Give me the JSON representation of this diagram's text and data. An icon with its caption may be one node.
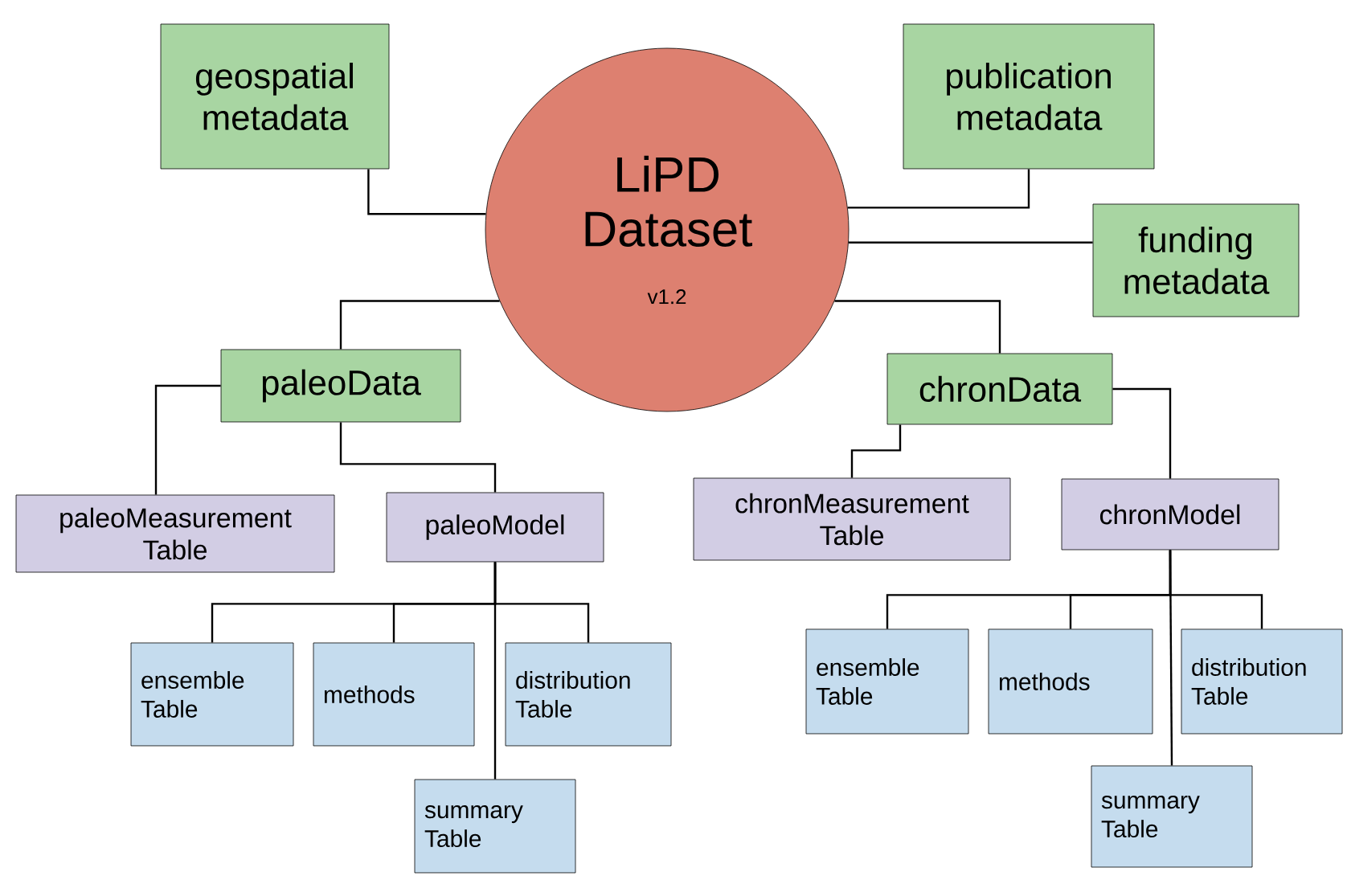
{
  "diagram": {
    "nodes": [
      {
        "text": [
          "LiPD Dataset",
          "v1.2"
        ]
      },
      {
        "text": [
          "geospatial metadata"
        ]
      },
      {
        "text": [
          "publication metadata"
        ]
      },
      {
        "text": [
          "funding metadata"
        ]
      },
      {
        "text": [
          "paleoData"
        ]
      },
      {
        "text": [
          "chronData"
        ]
      },
      {
        "text": [
          "paleoMeasurement Table"
        ]
      },
      {
        "text": [
          "paleoModel"
        ]
      },
      {
        "text": [
          "ensemble Table"
        ]
      },
      {
        "text": [
          "methods"
        ]
      },
      {
        "text": [
          "distribution Table"
        ]
      },
      {
        "text": [
          "summary Table"
        ]
      },
      {
        "text": [
          "chronMeasurement Table"
        ]
      },
      {
        "text": [
          "chronModel"
        ]
      },
      {
        "text": [
          "ensemble Table"
        ]
      },
      {
        "text": [
          "methods"
        ]
      },
      {
        "text": [
          "distribution Table"
        ]
      },
      {
        "text": [
          "summary Table"
        ]
      }
    ],
    "edges": [
      {
        "from": 0,
        "to": 1,
        "arrow": "none"
      },
      {
        "from": 0,
        "to": 2,
        "arrow": "none"
      },
      {
        "from": 0,
        "to": 3,
        "arrow": "none"
      },
      {
        "from": 0,
        "to": 4,
        "arrow": "none"
      },
      {
        "from": 0,
        "to": 5,
        "arrow": "none"
      },
      {
        "from": 4,
        "to": 6,
        "arrow": "none"
      },
      {
        "from": 4,
        "to": 7,
        "arrow": "none"
      },
      {
        "from": 7,
        "to": 8,
        "arrow": "none"
      },
      {
        "from": 7,
        "to": 9,
        "arrow": "none"
      },
      {
        "from": 7,
        "to": 10,
        "arrow": "none"
      },
      {
        "from": 7,
        "to": 11,
        "arrow": "none"
      },
      {
        "from": 5,
        "to": 12,
        "arrow": "none"
      },
      {
        "from": 5,
        "to": 13,
        "arrow": "none"
      },
      {
        "from": 13,
        "to": 14,
        "arrow": "none"
      },
      {
        "from": 13,
        "to": 15,
        "arrow": "none"
      },
      {
        "from": 13,
        "to": 16,
        "arrow": "none"
      },
      {
        "from": 13,
        "to": 17,
        "arrow": "none"
      }
    ]
  }
}
